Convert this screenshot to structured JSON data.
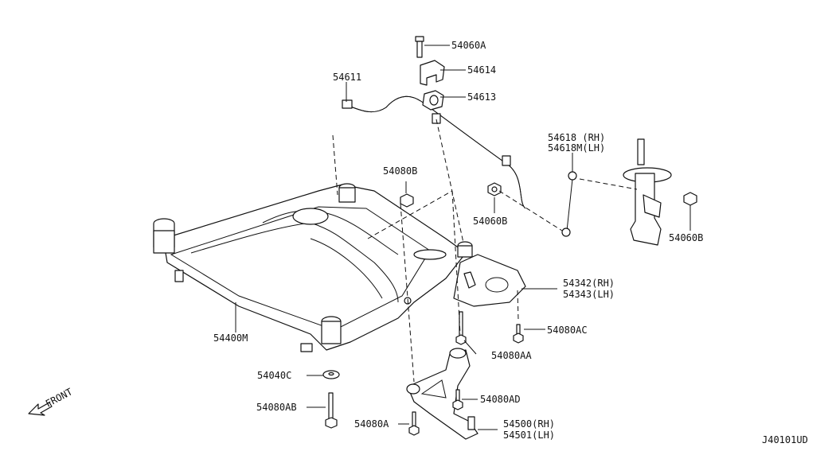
{
  "callouts": [
    {
      "id": "54060A",
      "text": "54060A"
    },
    {
      "id": "54614",
      "text": "54614"
    },
    {
      "id": "54611",
      "text": "54611"
    },
    {
      "id": "54613",
      "text": "54613"
    },
    {
      "id": "54618rh",
      "text": "54618 (RH)"
    },
    {
      "id": "54618lh",
      "text": "54618M(LH)"
    },
    {
      "id": "54080B",
      "text": "54080B"
    },
    {
      "id": "54060B_a",
      "text": "54060B"
    },
    {
      "id": "54060B_b",
      "text": "54060B"
    },
    {
      "id": "54342",
      "text": "54342(RH)"
    },
    {
      "id": "54343",
      "text": "54343(LH)"
    },
    {
      "id": "54080AC",
      "text": "54080AC"
    },
    {
      "id": "54400M",
      "text": "54400M"
    },
    {
      "id": "54080AA",
      "text": "54080AA"
    },
    {
      "id": "54040C",
      "text": "54040C"
    },
    {
      "id": "54080AD",
      "text": "54080AD"
    },
    {
      "id": "54080AB",
      "text": "54080AB"
    },
    {
      "id": "54080A",
      "text": "54080A"
    },
    {
      "id": "54500",
      "text": "54500(RH)"
    },
    {
      "id": "54501",
      "text": "54501(LH)"
    }
  ],
  "front_label": "FRONT",
  "diagram_id": "J40101UD"
}
